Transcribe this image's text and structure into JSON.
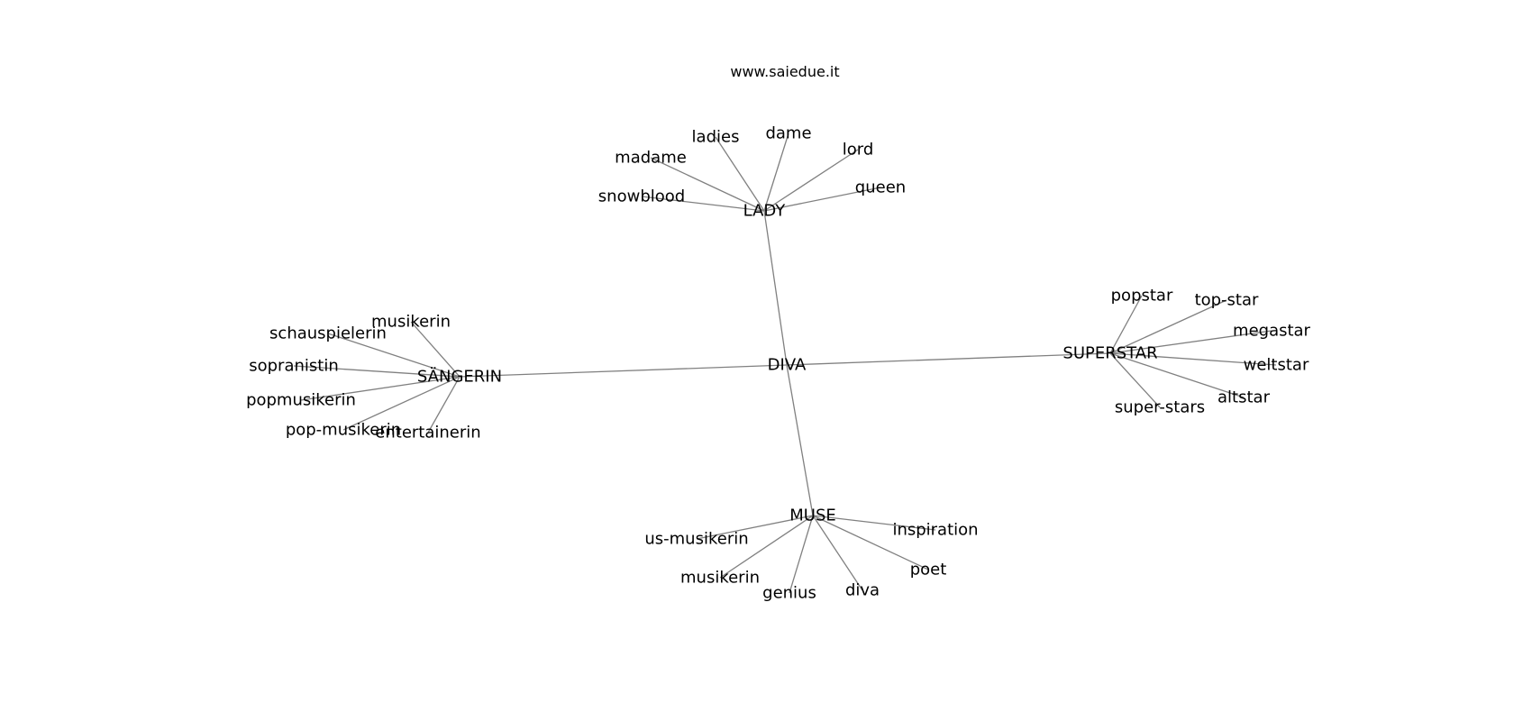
{
  "watermark": "www.saiedue.it",
  "graph": {
    "center": {
      "id": "diva_center",
      "label": "DIVA"
    },
    "hubs": [
      {
        "id": "lady",
        "label": "LADY",
        "leaves": [
          "ladies",
          "dame",
          "madame",
          "lord",
          "snowblood",
          "queen"
        ]
      },
      {
        "id": "sangerin",
        "label": "SÄNGERIN",
        "leaves": [
          "musikerin",
          "schauspielerin",
          "sopranistin",
          "popmusikerin",
          "pop-musikerin",
          "entertainerin"
        ]
      },
      {
        "id": "superstar",
        "label": "SUPERSTAR",
        "leaves": [
          "popstar",
          "top-star",
          "megastar",
          "weltstar",
          "altstar",
          "super-stars"
        ]
      },
      {
        "id": "muse",
        "label": "MUSE",
        "leaves": [
          "inspiration",
          "us-musikerin",
          "poet",
          "musikerin",
          "genius",
          "diva"
        ]
      }
    ],
    "edge_color": "#808080"
  }
}
